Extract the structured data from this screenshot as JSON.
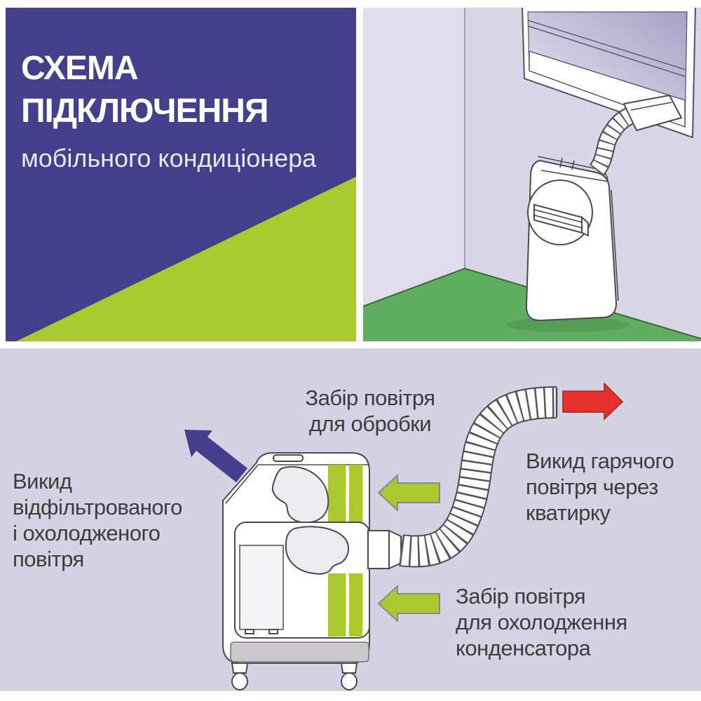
{
  "header": {
    "heading_line1": "СХЕМА",
    "heading_line2": "ПІДКЛЮЧЕННЯ",
    "subheading": "мобільного кондиціонера"
  },
  "labels": {
    "intake_processing": {
      "line1": "Забір повітря",
      "line2": "для обробки"
    },
    "exhaust_hot": {
      "line1": "Викид гарячого",
      "line2": "повітря через",
      "line3": "кватирку"
    },
    "exhaust_filtered": {
      "line1": "Викид",
      "line2": "відфільтрованого",
      "line3": "і охолодженого",
      "line4": "повітря"
    },
    "intake_condenser": {
      "line1": "Забір повітря",
      "line2": "для охолодження",
      "line3": "конденсатора"
    }
  },
  "icons": {
    "exhaust_hot_arrow": "red-right-arrow",
    "exhaust_filtered_arrow": "purple-up-left-arrow",
    "intake_processing_arrow": "green-left-arrow",
    "intake_condenser_arrow": "green-left-arrow"
  },
  "colors": {
    "brand_purple": "#453e8c",
    "lime_green": "#a9c92f",
    "panel_lavender": "#d5d2e3",
    "wall_lavender": "#dfdcec",
    "wall_lavender_dark": "#d9d6e8",
    "floor_green": "#5fae62",
    "arrow_red": "#e3312d",
    "arrow_red_edge": "#a8201d",
    "text_dark": "#3c3c3c",
    "outline_dark": "#4a4a4a",
    "heading_white": "#ffffff",
    "subheading_lavender": "#e9e7f4"
  }
}
